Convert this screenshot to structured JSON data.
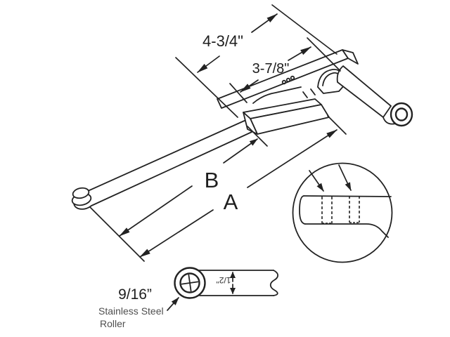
{
  "canvas": {
    "background": "#ffffff",
    "ink_color": "#222222",
    "muted_text_color": "#4f4f4f"
  },
  "diagram": {
    "dimensions": {
      "top_length": "4-3/4\"",
      "hole_spacing": "3-7/8\"",
      "dim_b": "B",
      "dim_a": "A",
      "tube_width": "1/2\""
    },
    "roller": {
      "size": "9/16”",
      "material_line1": "Stainless Steel",
      "material_line2": "Roller"
    }
  }
}
